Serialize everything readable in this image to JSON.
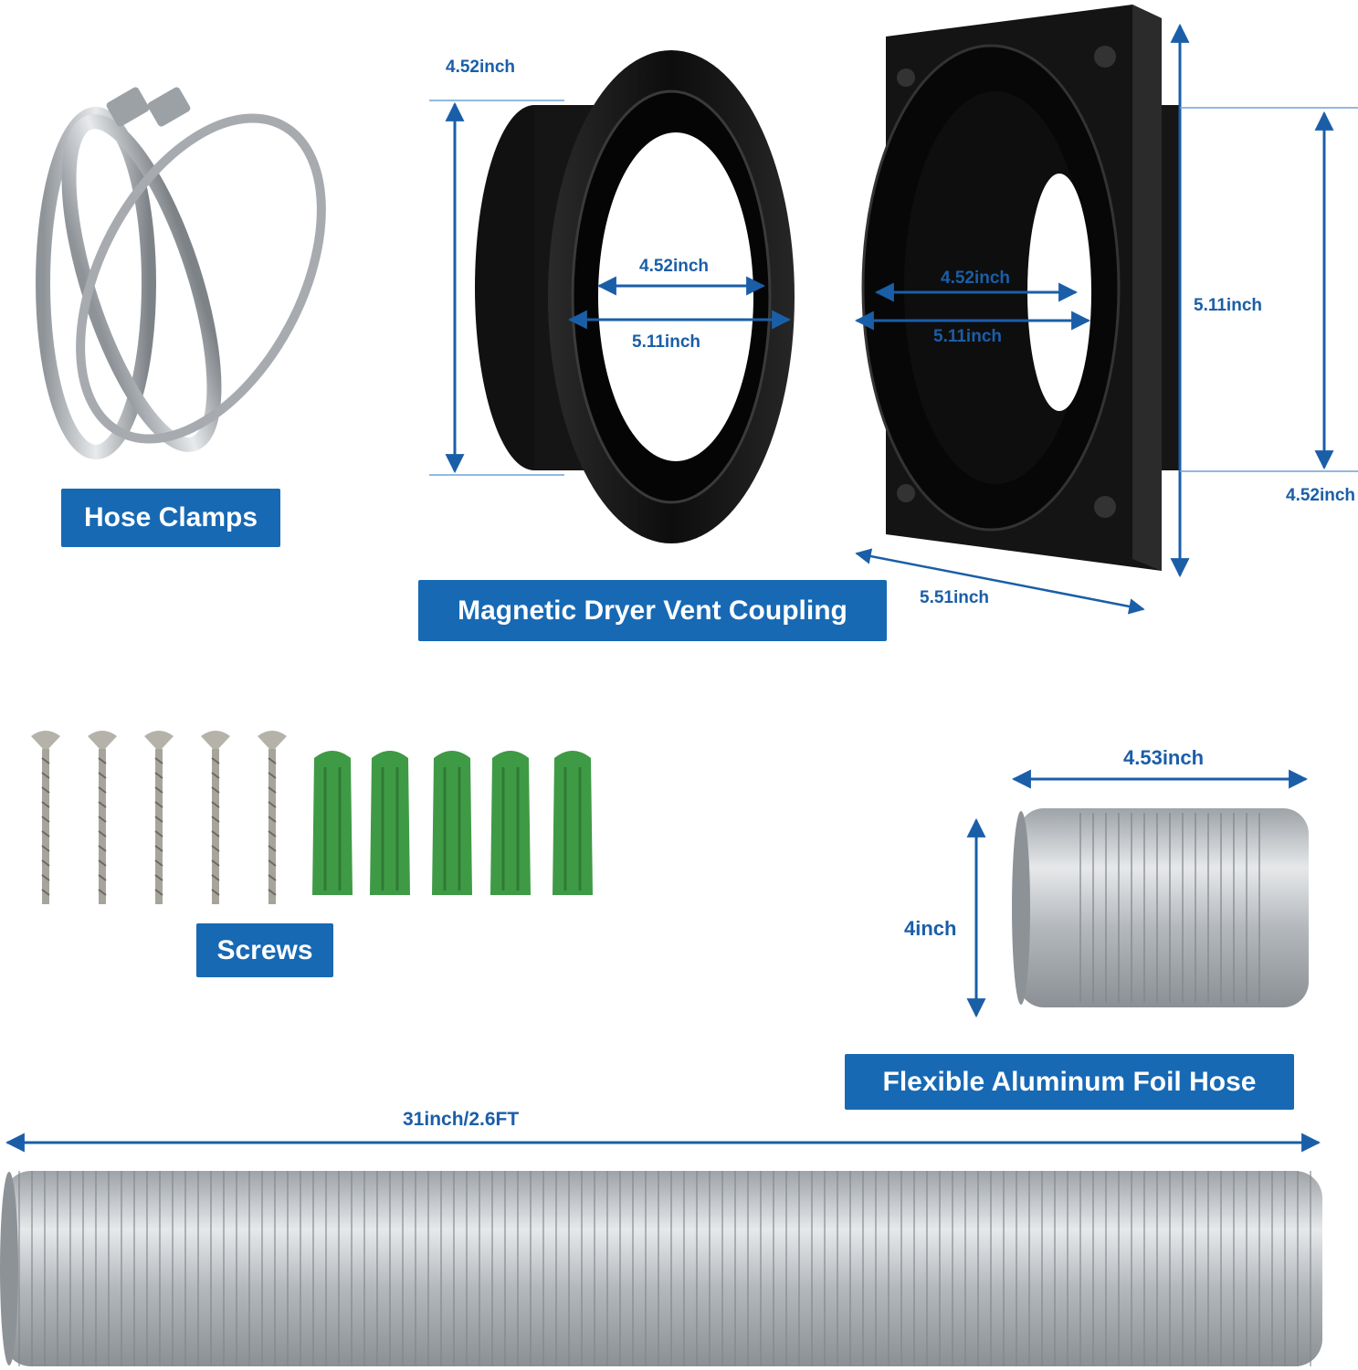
{
  "labels": {
    "hose_clamps": "Hose Clamps",
    "coupling": "Magnetic Dryer Vent Coupling",
    "screws": "Screws",
    "foil_hose": "Flexible Aluminum Foil Hose"
  },
  "dimensions": {
    "ring_height": "4.52inch",
    "ring_inner": "4.52inch",
    "ring_outer": "5.11inch",
    "plate_inner": "4.52inch",
    "plate_outer": "5.11inch",
    "plate_height": "5.11inch",
    "plate_collar": "4.52inch",
    "plate_width": "5.51inch",
    "short_hose_length": "4.53inch",
    "short_hose_diameter": "4inch",
    "long_hose_length": "31inch/2.6FT"
  },
  "colors": {
    "accent": "#1769b4",
    "dimension_text": "#1a5ea8",
    "coupling_black": "#111111",
    "anchor_green": "#3f9a45",
    "foil": "#c9cccf"
  },
  "icons": [
    "hose-clamp-icon",
    "vent-ring-icon",
    "vent-plate-icon",
    "screw-icon",
    "wall-anchor-icon",
    "foil-hose-icon"
  ]
}
